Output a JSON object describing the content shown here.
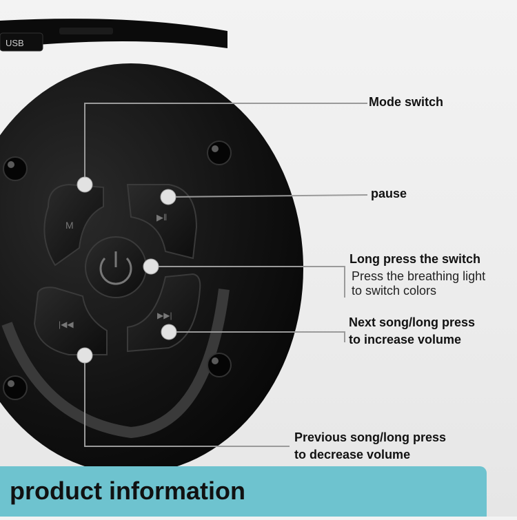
{
  "colors": {
    "banner": "#6ec3cf",
    "speaker_body": "#141414",
    "leader_line": "#9a9a9a",
    "dot": "#e2e2e2"
  },
  "device": {
    "top_label": "USB",
    "buttons": [
      {
        "icon": "mode-icon",
        "glyph": "M"
      },
      {
        "icon": "play-pause-icon",
        "glyph": "▶‖"
      },
      {
        "icon": "previous-icon",
        "glyph": "|◀◀"
      },
      {
        "icon": "next-icon",
        "glyph": "▶▶|"
      },
      {
        "icon": "power-icon",
        "glyph": "⏻"
      }
    ]
  },
  "callouts": {
    "mode": "Mode switch",
    "pause": "pause",
    "power_title": "Long press the switch",
    "power_line1": "Press the breathing light",
    "power_line2": "to switch colors",
    "next_line1": "Next song/long press",
    "next_line2": "to increase volume",
    "prev_line1": "Previous song/long press",
    "prev_line2": "to decrease volume"
  },
  "footer": {
    "title": "product information"
  }
}
